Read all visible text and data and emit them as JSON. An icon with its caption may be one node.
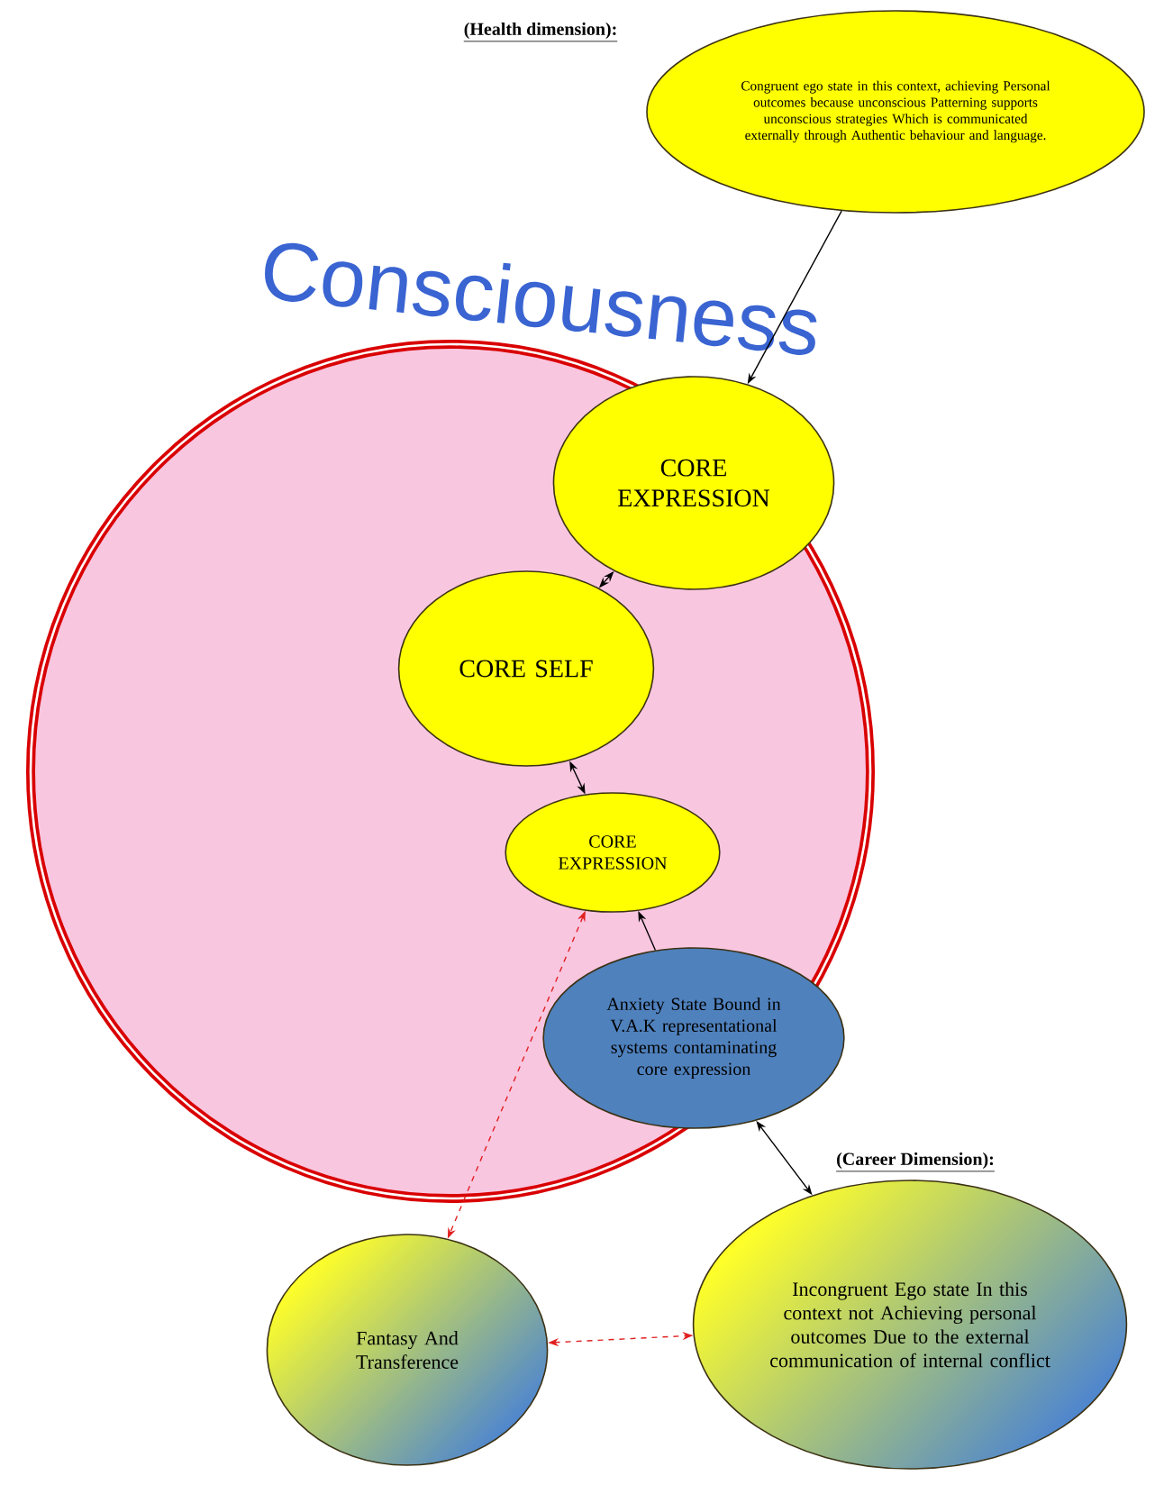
{
  "diagram": {
    "nodes": [
      {
        "text": [
          "Consciousness"
        ]
      },
      {
        "text": [
          "CORE EXPRESSION"
        ],
        "in": 0
      },
      {
        "text": [
          "CORE SELF"
        ],
        "in": 0
      },
      {
        "text": [
          "CORE EXPRESSION"
        ],
        "in": 0
      },
      {
        "text": [
          "Anxiety State Bound in V.A.K representational systems contaminating core expression"
        ],
        "in": 0
      },
      {
        "text": [
          "Congruent ego state in this context, achieving Personal outcomes because unconscious Patterning supports unconscious strategies Which is communicated externally through Authentic behaviour and language."
        ],
        "beside": [
          "(Health dimension):"
        ]
      },
      {
        "text": [
          "Fantasy And Transference"
        ]
      },
      {
        "text": [
          "Incongruent Ego state In this context not Achieving personal outcomes Due to the external communication of internal conflict"
        ],
        "beside": [
          "(Career Dimension):"
        ]
      }
    ],
    "edges": [
      {
        "from": 5,
        "to": 1,
        "arrow": "to"
      },
      {
        "from": 1,
        "to": 2,
        "arrow": "both"
      },
      {
        "from": 2,
        "to": 3,
        "arrow": "both"
      },
      {
        "from": 4,
        "to": 3,
        "arrow": "to"
      },
      {
        "from": 4,
        "to": 7,
        "arrow": "both"
      },
      {
        "from": 3,
        "to": 6,
        "arrow": "both",
        "style": "dashed",
        "color": "#e02020"
      },
      {
        "from": 6,
        "to": 7,
        "arrow": "both",
        "style": "dashed",
        "color": "#e02020"
      }
    ]
  }
}
